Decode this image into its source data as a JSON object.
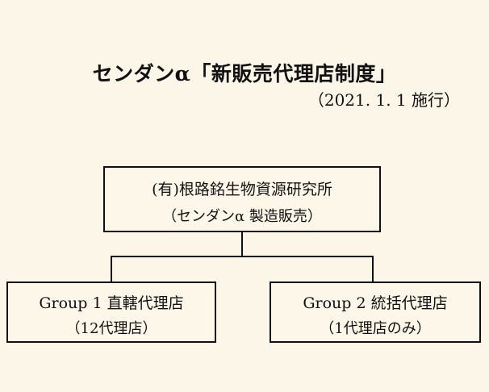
{
  "title": "センダンα「新販売代理店制度」",
  "subtitle": "（2021. 1. 1 施行）",
  "nodes": {
    "top": {
      "name": "(有)根路銘生物資源研究所",
      "note": "（センダンα 製造販売）"
    },
    "left": {
      "name": "Group 1 直轄代理店",
      "note": "（12代理店）"
    },
    "right": {
      "name": "Group 2 統括代理店",
      "note": "（1代理店のみ）"
    }
  },
  "colors": {
    "background": "#fcf6e8",
    "line": "#111111"
  }
}
